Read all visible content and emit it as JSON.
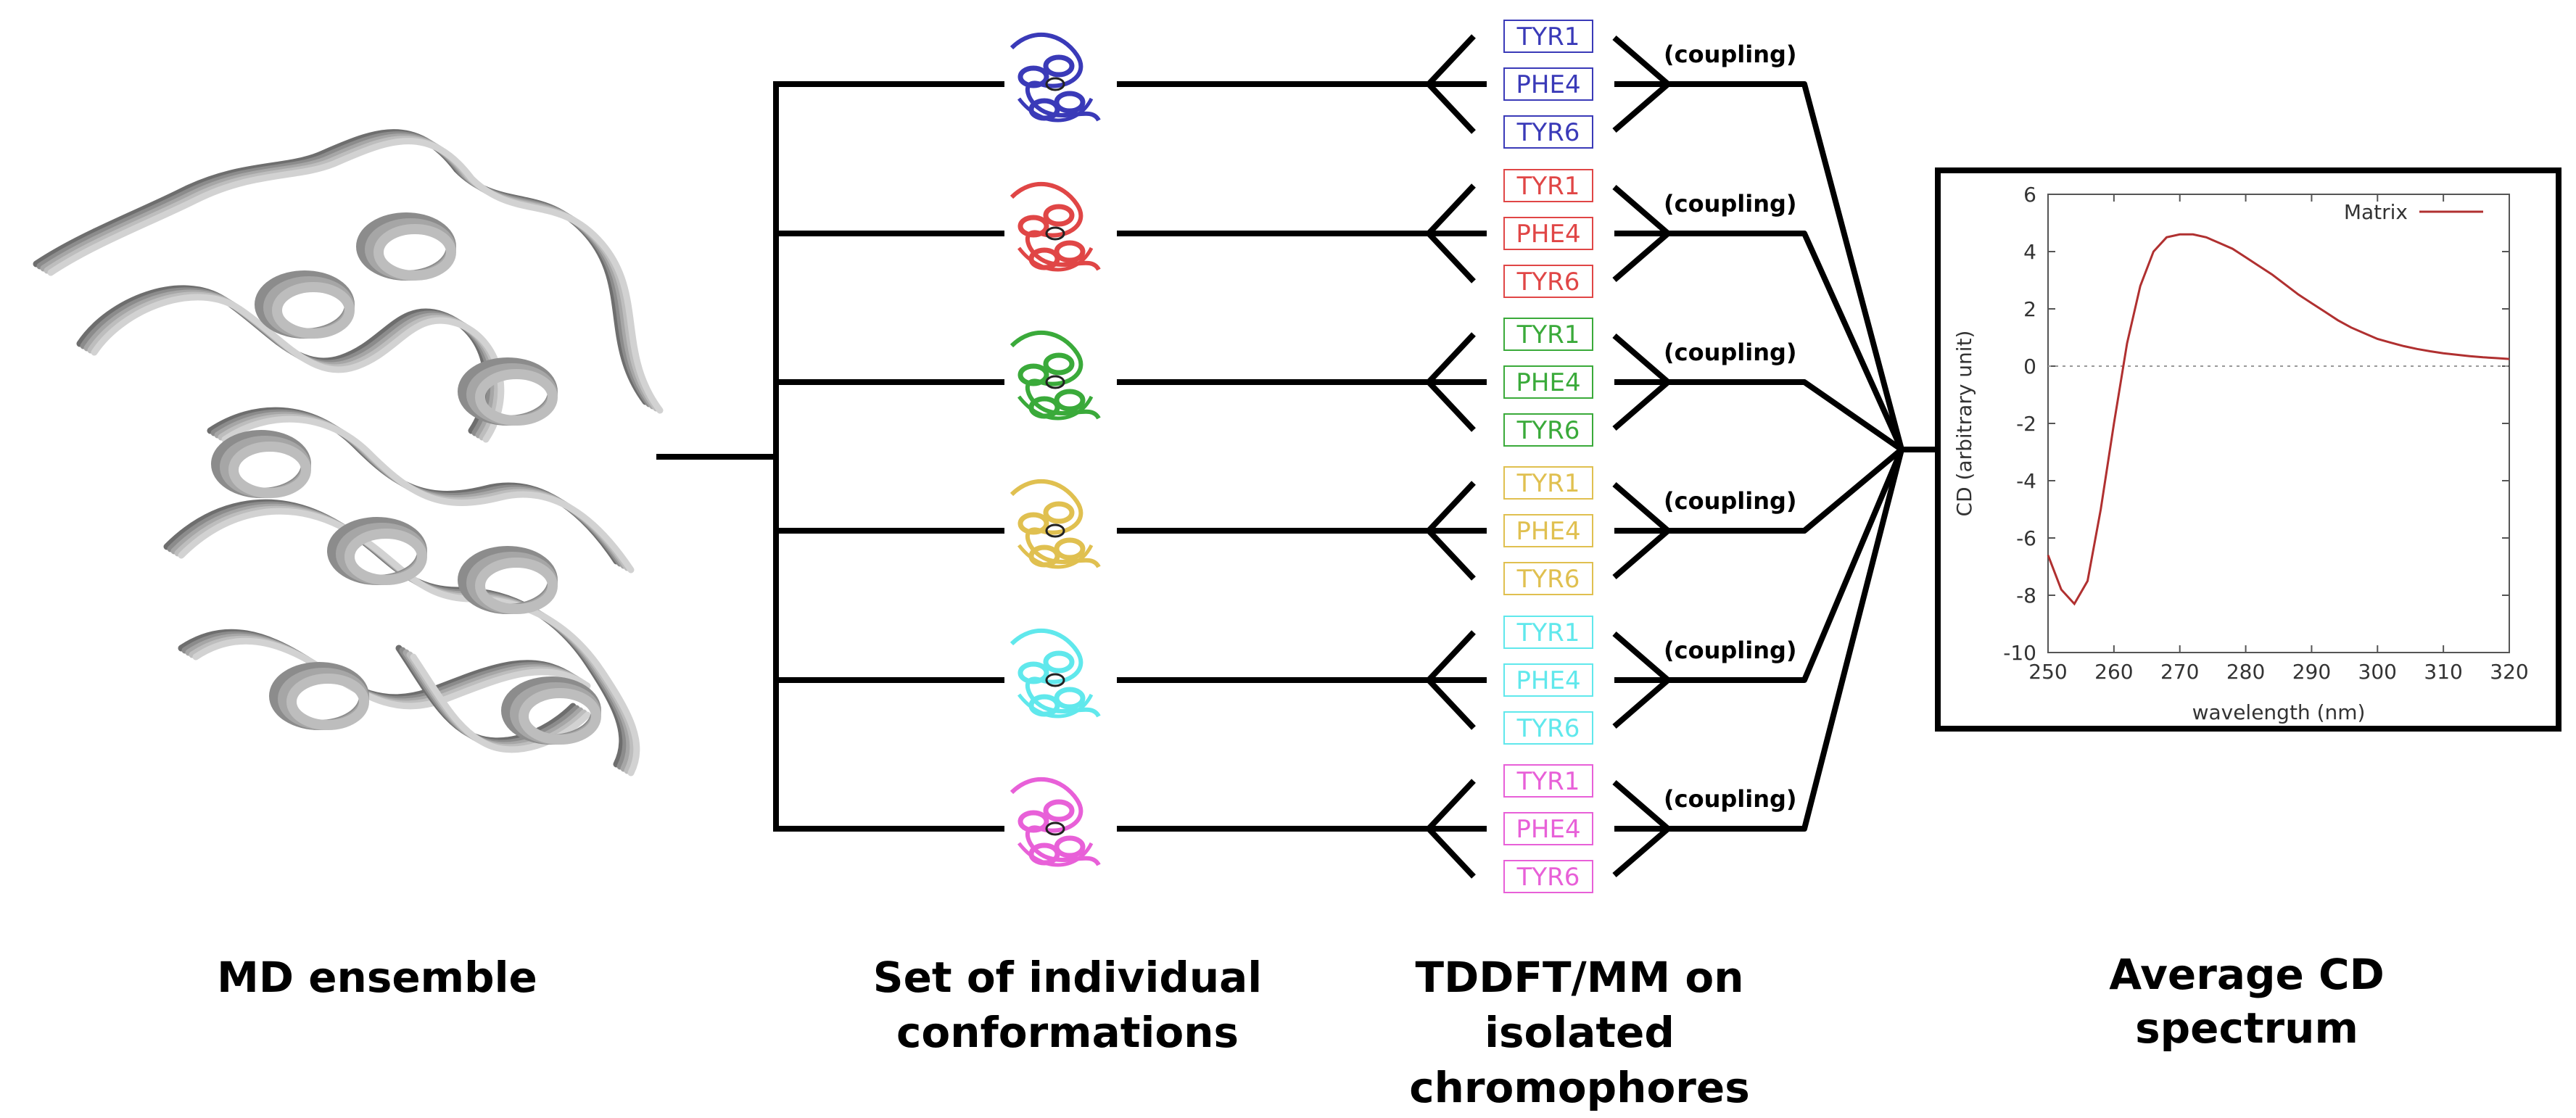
{
  "captions": {
    "md": "MD ensemble",
    "conformations_line1": "Set of individual",
    "conformations_line2": "conformations",
    "tddft_line1": "TDDFT/MM on",
    "tddft_line2": "isolated",
    "tddft_line3": "chromophores",
    "average_line1": "Average CD",
    "average_line2": "spectrum"
  },
  "coupling_label": "(coupling)",
  "residues": [
    "TYR1",
    "PHE4",
    "TYR6"
  ],
  "conformations": [
    {
      "color": "#3a3ab8"
    },
    {
      "color": "#e04646"
    },
    {
      "color": "#3aaa3a"
    },
    {
      "color": "#e0c050"
    },
    {
      "color": "#60e8ec"
    },
    {
      "color": "#e860d8"
    }
  ],
  "ensemble_color": "#8a8a8a",
  "chart_data": {
    "type": "line",
    "xlabel": "wavelength (nm)",
    "ylabel": "CD (arbitrary unit)",
    "xlim": [
      250,
      320
    ],
    "ylim": [
      -10,
      6
    ],
    "xticks": [
      250,
      260,
      270,
      280,
      290,
      300,
      310,
      320
    ],
    "yticks": [
      6,
      4,
      2,
      0,
      -2,
      -4,
      -6,
      -8,
      -10
    ],
    "grid": false,
    "zero_line": true,
    "legend": "top-right",
    "series": [
      {
        "name": "Matrix",
        "color": "#b03030",
        "x": [
          250,
          252,
          254,
          256,
          258,
          260,
          262,
          264,
          266,
          268,
          270,
          272,
          274,
          276,
          278,
          280,
          282,
          284,
          286,
          288,
          290,
          292,
          294,
          296,
          298,
          300,
          302,
          304,
          306,
          308,
          310,
          312,
          314,
          316,
          318,
          320
        ],
        "y": [
          -6.6,
          -7.8,
          -8.3,
          -7.5,
          -5.0,
          -2.0,
          0.8,
          2.8,
          4.0,
          4.5,
          4.6,
          4.6,
          4.5,
          4.3,
          4.1,
          3.8,
          3.5,
          3.2,
          2.85,
          2.5,
          2.2,
          1.9,
          1.6,
          1.35,
          1.15,
          0.95,
          0.82,
          0.7,
          0.6,
          0.52,
          0.45,
          0.4,
          0.35,
          0.31,
          0.28,
          0.25
        ]
      }
    ]
  }
}
